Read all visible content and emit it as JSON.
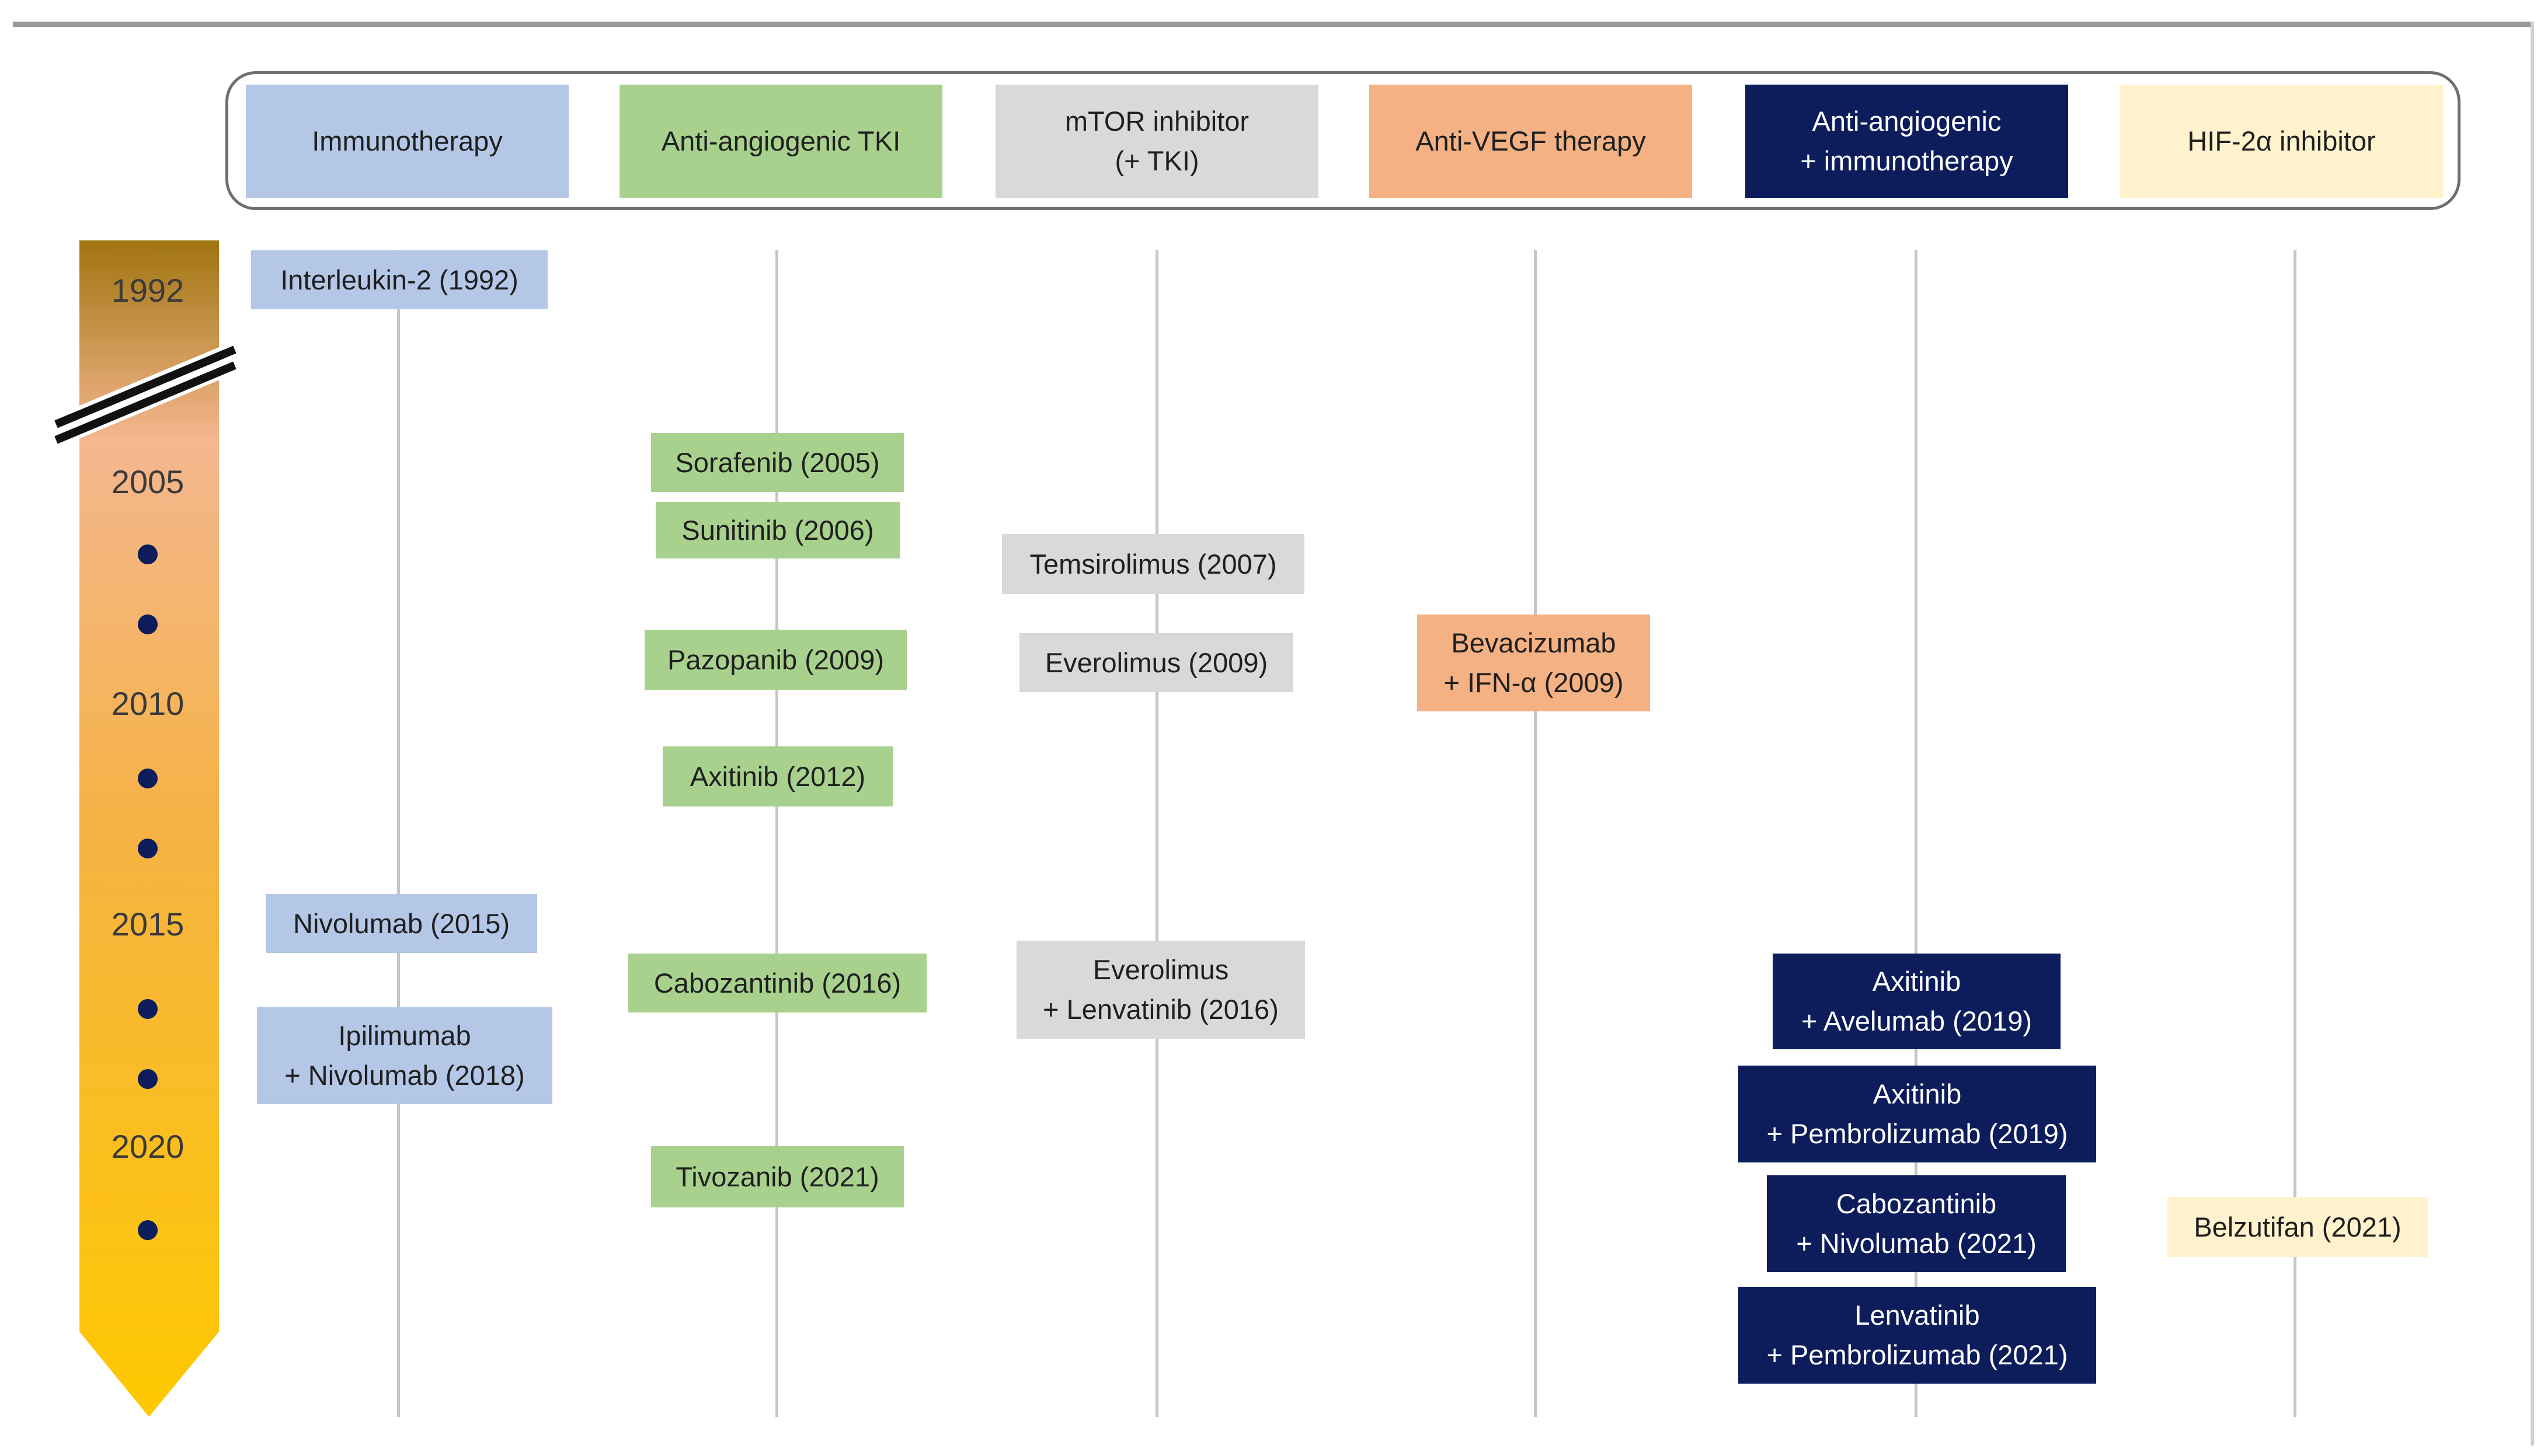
{
  "legend": {
    "immunotherapy": "Immunotherapy",
    "anti_angiogenic_tki": "Anti-angiogenic TKI",
    "mtor": "mTOR inhibitor\n(+ TKI)",
    "anti_vegf": "Anti-VEGF therapy",
    "combo": "Anti-angiogenic\n+ immunotherapy",
    "hif": "HIF-2α inhibitor"
  },
  "timeline": {
    "years": [
      "1992",
      "2005",
      "2010",
      "2015",
      "2020"
    ]
  },
  "drugs": {
    "immunotherapy": [
      "Interleukin-2 (1992)",
      "Nivolumab (2015)",
      "Ipilimumab\n+ Nivolumab (2018)"
    ],
    "anti_angiogenic_tki": [
      "Sorafenib (2005)",
      "Sunitinib (2006)",
      "Pazopanib (2009)",
      "Axitinib (2012)",
      "Cabozantinib (2016)",
      "Tivozanib (2021)"
    ],
    "mtor": [
      "Temsirolimus (2007)",
      "Everolimus (2009)",
      "Everolimus\n+ Lenvatinib (2016)"
    ],
    "anti_vegf": [
      "Bevacizumab\n+ IFN-α (2009)"
    ],
    "combo": [
      "Axitinib\n+ Avelumab (2019)",
      "Axitinib\n+ Pembrolizumab (2019)",
      "Cabozantinib\n+ Nivolumab (2021)",
      "Lenvatinib\n+ Pembrolizumab (2021)"
    ],
    "hif": [
      "Belzutifan (2021)"
    ]
  },
  "colors": {
    "immunotherapy": "#b4c7e7",
    "anti_angiogenic_tki": "#a9d18e",
    "mtor": "#d9d9d9",
    "anti_vegf": "#f4b183",
    "combo": "#0d1d5c",
    "hif": "#fff2cc",
    "timeline_dot": "#0d1d5c"
  }
}
